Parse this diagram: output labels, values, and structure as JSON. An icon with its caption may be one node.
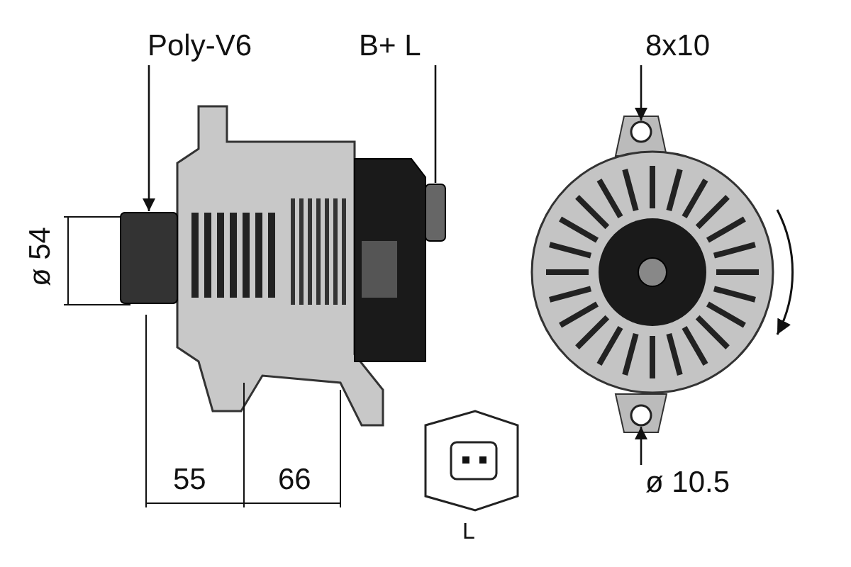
{
  "diagram": {
    "nodes": [
      {
        "text": [
          "Poly-V6"
        ]
      },
      {
        "text": [
          "B+ L"
        ]
      },
      {
        "text": [
          "8x10"
        ]
      },
      {
        "text": [],
        "shape": "box"
      },
      {
        "text": [],
        "shape": "box"
      },
      {
        "text": [],
        "shape": "circle"
      },
      {
        "text": [
          "ø 10.5"
        ]
      },
      {
        "text": [],
        "shape": "circle"
      }
    ],
    "edges": [
      {
        "from": 0,
        "to": 3,
        "arrow": "to"
      },
      {
        "from": 1,
        "to": 4,
        "arrow": "none"
      },
      {
        "from": 2,
        "to": 5,
        "arrow": "to"
      },
      {
        "from": 6,
        "to": 7,
        "arrow": "to"
      }
    ],
    "labels": [
      "ø 54",
      "55",
      "66",
      "L"
    ]
  }
}
